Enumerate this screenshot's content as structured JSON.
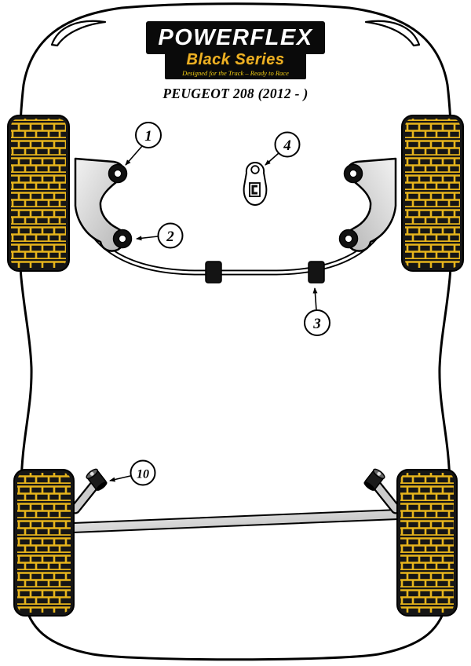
{
  "logo": {
    "brand": "POWERFLEX",
    "series": "Black Series",
    "tagline": "Designed for the Track – Ready to Race"
  },
  "title": "PEUGEOT 208 (2012 - )",
  "callouts": {
    "c1": "1",
    "c2": "2",
    "c3": "3",
    "c4": "4",
    "c10": "10"
  },
  "colors": {
    "background": "#ffffff",
    "outline": "#000000",
    "tire": "#161616",
    "tread_yellow": "#e6b41c",
    "series_gold": "#edb024",
    "tagline_yellow": "#f2cd13",
    "arm_gray": "#d9d9d9"
  }
}
